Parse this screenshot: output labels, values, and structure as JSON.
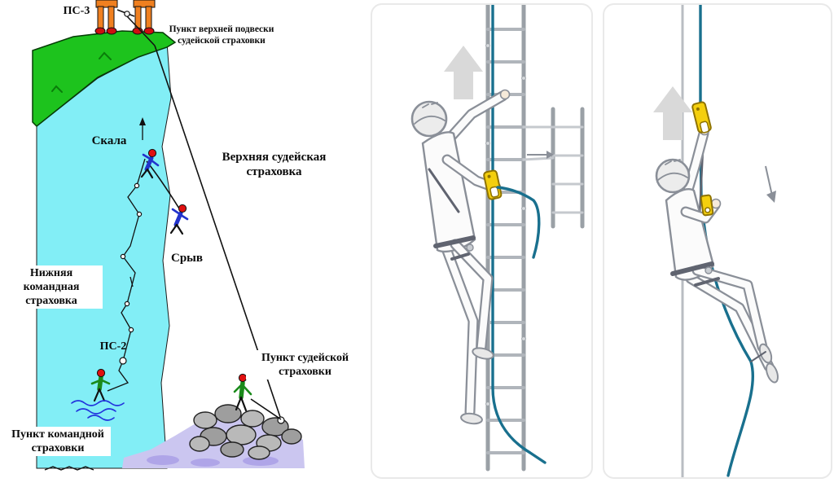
{
  "colors": {
    "wall": "#82eef6",
    "grass": "#1dc31d",
    "grass-dark": "#0a7d0a",
    "ground": "#cbc6f0",
    "ground-dark": "#a79ce6",
    "rock": "#b9b9b9",
    "rope": "#19708e",
    "device": "#f4cf0e",
    "device-stroke": "#8f7300",
    "arrow": "#d9d9d9",
    "sketch": "#8a8f98",
    "sketch-fill": "#fbfbfb",
    "figure-blue": "#2233cc",
    "figure-green": "#1a8a1a",
    "figure-head": "#e01010",
    "anchor-orange": "#f08020",
    "water": "#2233dd",
    "panel-border": "#e9e9e9"
  },
  "diagram": {
    "labels": {
      "ps3": "ПС-3",
      "top_anchor_point": "Пункт верхней подвески судейской страховки",
      "rock": "Скала",
      "upper_judge_belay": "Верхняя судейская страховка",
      "fall": "Срыв",
      "lower_team_belay": "Нижняя командная страховка",
      "ps2": "ПС-2",
      "judge_belay_point": "Пункт судейской страховки",
      "team_belay_point": "Пункт командной страховки"
    }
  },
  "panels": [
    {
      "name": "rope-ascending-on-ladder-step-1"
    },
    {
      "name": "rope-ascending-hanging-step-2"
    }
  ]
}
